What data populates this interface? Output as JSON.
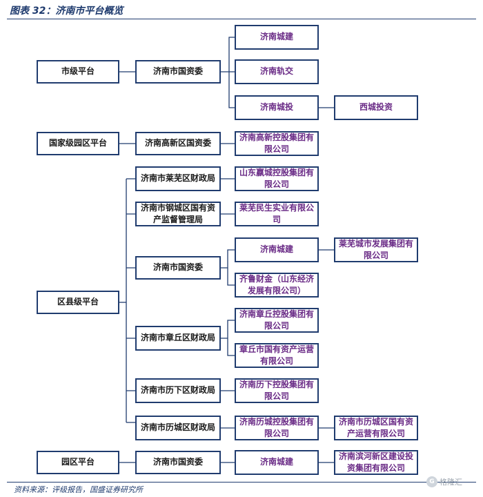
{
  "header": {
    "title": "图表 32：济南市平台概览"
  },
  "footer": {
    "source": "资料来源：评级报告，国盛证券研究所",
    "watermark": "格隆汇"
  },
  "diagram": {
    "levels": {
      "city": "市级平台",
      "national_park": "国家级园区平台",
      "district": "区县级平台",
      "park": "园区平台"
    },
    "owners": {
      "city_sasac": "济南市国资委",
      "hightech": "济南高新区国资委",
      "laiwu_finance": "济南市莱芜区财政局",
      "gangcheng": "济南市钢城区国有资产监督管理局",
      "district_sasac": "济南市国资委",
      "zhangqiu": "济南市章丘区财政局",
      "lixia": "济南市历下区财政局",
      "licheng": "济南市历城区财政局",
      "park_sasac": "济南市国资委"
    },
    "platforms": {
      "jinan_chengjian": "济南城建",
      "jinan_guijiao": "济南轨交",
      "jinan_chengtou": "济南城投",
      "hightech_group": "济南高新控股集团有限公司",
      "shandong_ying": "山东嬴城控股集团有限公司",
      "laiwu_minsheng": "莱芜民生实业有限公司",
      "district_chengjian": "济南城建",
      "qilu_caijin": "齐鲁财金（山东经济发展有限公司）",
      "zhangqiu_holding": "济南章丘控股集团有限公司",
      "zhangqiu_state": "章丘市国有资产运营有限公司",
      "lixia_holding": "济南历下控股集团有限公司",
      "licheng_holding": "济南历城控股集团有限公司",
      "park_chengjian": "济南城建"
    },
    "subsidiaries": {
      "xicheng": "西城投资",
      "laiwu_dev": "莱芜城市发展集团有限公司",
      "licheng_state": "济南市历城区国有资产运营有限公司",
      "binhe": "济南滨河新区建设投资集团有限公司"
    },
    "colors": {
      "border": "#1f3b6e",
      "platform_text": "#6a2b86",
      "line": "#1f3b6e"
    }
  }
}
